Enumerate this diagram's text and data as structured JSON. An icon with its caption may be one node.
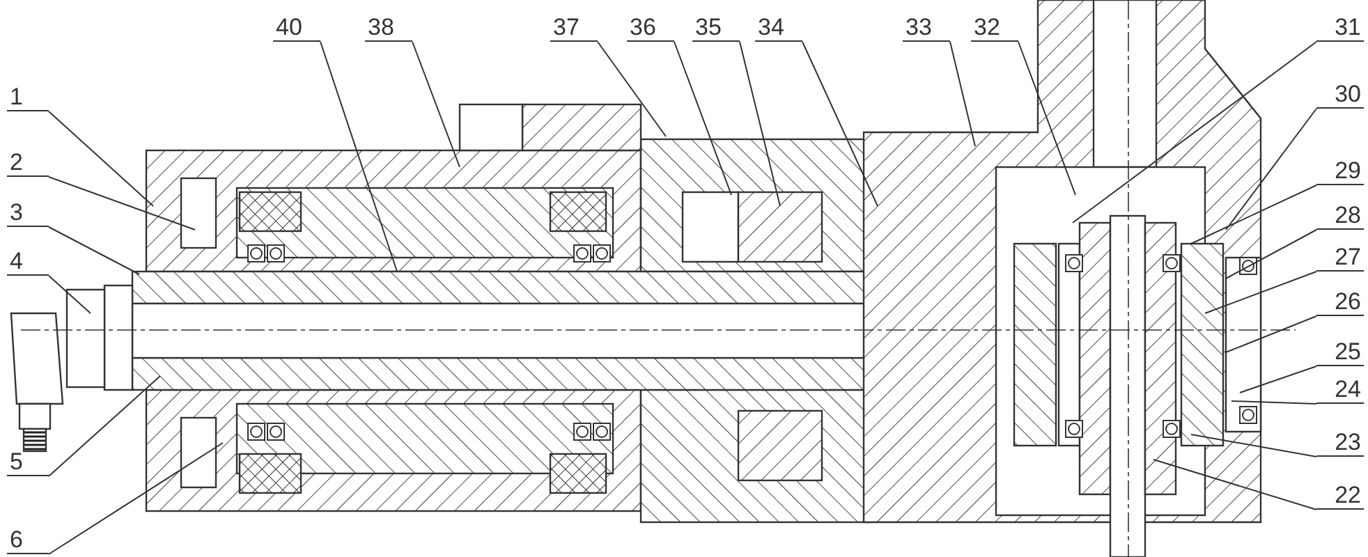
{
  "diagram": {
    "nodes": [
      {
        "text": [
          "40"
        ]
      },
      {
        "text": [
          "38"
        ]
      },
      {
        "text": [
          "37"
        ]
      },
      {
        "text": [
          "36"
        ]
      },
      {
        "text": [
          "35"
        ]
      },
      {
        "text": [
          "34"
        ]
      },
      {
        "text": [
          "33"
        ]
      },
      {
        "text": [
          "32"
        ]
      },
      {
        "text": [
          "31"
        ]
      },
      {
        "text": [
          "1"
        ]
      },
      {
        "text": [
          "2"
        ]
      },
      {
        "text": [
          "3"
        ]
      },
      {
        "text": [
          "4"
        ]
      },
      {
        "text": [
          "5"
        ]
      },
      {
        "text": [
          "6"
        ]
      },
      {
        "text": [
          "30"
        ]
      },
      {
        "text": [
          "29"
        ]
      },
      {
        "text": [
          "28"
        ]
      },
      {
        "text": [
          "27"
        ]
      },
      {
        "text": [
          "26"
        ]
      },
      {
        "text": [
          "25"
        ]
      },
      {
        "text": [
          "24"
        ]
      },
      {
        "text": [
          "23"
        ]
      },
      {
        "text": [
          "22"
        ]
      }
    ],
    "edges": [
      {
        "from": 0,
        "to": null,
        "arrow": "none"
      },
      {
        "from": 1,
        "to": null,
        "arrow": "none"
      },
      {
        "from": 2,
        "to": null,
        "arrow": "none"
      },
      {
        "from": 3,
        "to": null,
        "arrow": "none"
      },
      {
        "from": 4,
        "to": null,
        "arrow": "none"
      },
      {
        "from": 5,
        "to": null,
        "arrow": "none"
      },
      {
        "from": 6,
        "to": null,
        "arrow": "none"
      },
      {
        "from": 7,
        "to": null,
        "arrow": "none"
      },
      {
        "from": 8,
        "to": null,
        "arrow": "none"
      },
      {
        "from": 9,
        "to": null,
        "arrow": "none"
      },
      {
        "from": 10,
        "to": null,
        "arrow": "none"
      },
      {
        "from": 11,
        "to": null,
        "arrow": "none"
      },
      {
        "from": 12,
        "to": null,
        "arrow": "none"
      },
      {
        "from": 13,
        "to": null,
        "arrow": "none"
      },
      {
        "from": 14,
        "to": null,
        "arrow": "none"
      },
      {
        "from": 15,
        "to": null,
        "arrow": "none"
      },
      {
        "from": 16,
        "to": null,
        "arrow": "none"
      },
      {
        "from": 17,
        "to": null,
        "arrow": "none"
      },
      {
        "from": 18,
        "to": null,
        "arrow": "none"
      },
      {
        "from": 19,
        "to": null,
        "arrow": "none"
      },
      {
        "from": 20,
        "to": null,
        "arrow": "none"
      },
      {
        "from": 21,
        "to": null,
        "arrow": "none"
      },
      {
        "from": 22,
        "to": null,
        "arrow": "none"
      },
      {
        "from": 23,
        "to": null,
        "arrow": "none"
      }
    ]
  }
}
